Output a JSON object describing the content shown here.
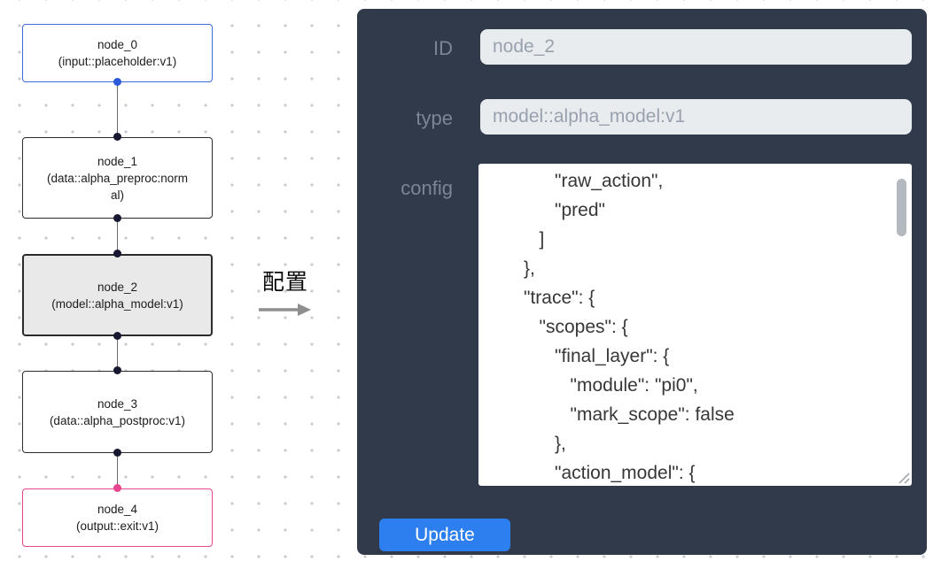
{
  "flowchart": {
    "nodes": [
      {
        "label": "node_0",
        "sublabel": "(input::placeholder:v1)"
      },
      {
        "label": "node_1",
        "sublabel": "(data::alpha_preproc:normal)"
      },
      {
        "label": "node_2",
        "sublabel": "(model::alpha_model:v1)"
      },
      {
        "label": "node_3",
        "sublabel": "(data::alpha_postproc:v1)"
      },
      {
        "label": "node_4",
        "sublabel": "(output::exit:v1)"
      }
    ]
  },
  "annotation": {
    "label": "配置"
  },
  "panel": {
    "id_field": {
      "label": "ID",
      "value": "node_2"
    },
    "type_field": {
      "label": "type",
      "value": "model::alpha_model:v1"
    },
    "config_field": {
      "label": "config",
      "value": "            \"raw_action\",\n            \"pred\"\n         ]\n      },\n      \"trace\": {\n         \"scopes\": {\n            \"final_layer\": {\n               \"module\": \"pi0\",\n               \"mark_scope\": false\n            },\n            \"action_model\": {"
    },
    "update_button": "Update"
  },
  "colors": {
    "input_node_border": "#3f6ad8",
    "output_node_border": "#e8468f",
    "selected_node_bg": "#e9e9e9",
    "panel_bg": "#303a4a",
    "accent_button": "#2d7ff0"
  }
}
